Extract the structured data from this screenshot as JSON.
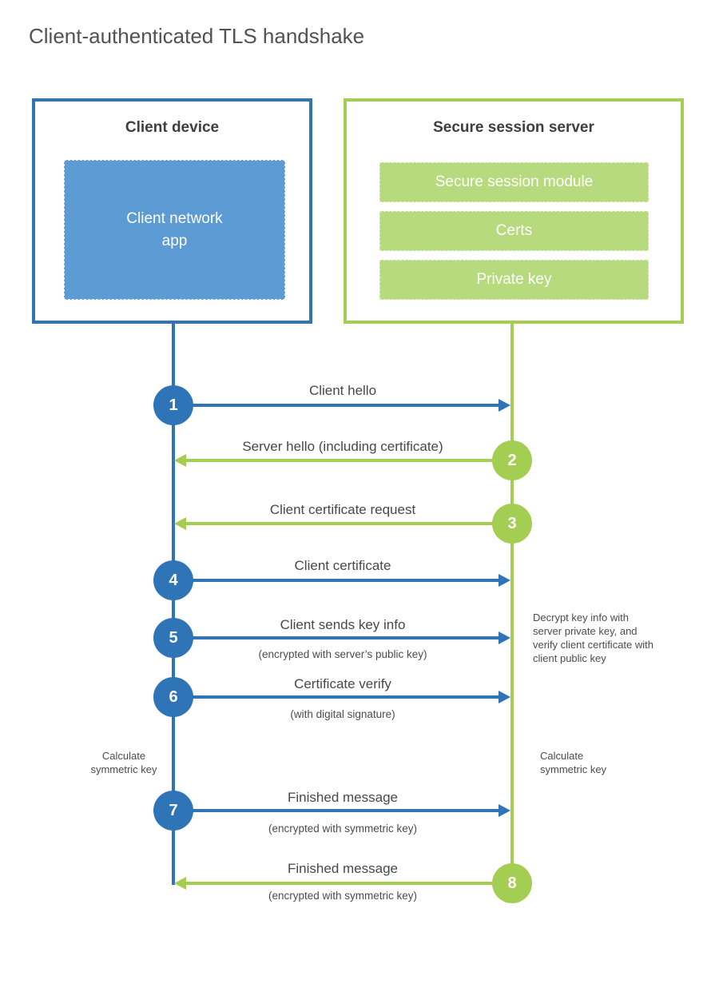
{
  "title": "Client-authenticated TLS handshake",
  "client_box": {
    "title": "Client device",
    "app_label": "Client network\napp"
  },
  "server_box": {
    "title": "Secure session server",
    "modules": [
      "Secure session module",
      "Certs",
      "Private key"
    ]
  },
  "steps": [
    {
      "num": "1",
      "label": "Client hello",
      "direction": "client-to-server"
    },
    {
      "num": "2",
      "label": "Server hello (including certificate)",
      "direction": "server-to-client"
    },
    {
      "num": "3",
      "label": "Client certificate request",
      "direction": "server-to-client"
    },
    {
      "num": "4",
      "label": "Client certificate",
      "direction": "client-to-server"
    },
    {
      "num": "5",
      "label": "Client sends key info",
      "sub": "(encrypted with server’s public key)",
      "direction": "client-to-server"
    },
    {
      "num": "6",
      "label": "Certificate verify",
      "sub": "(with digital signature)",
      "direction": "client-to-server"
    },
    {
      "num": "7",
      "label": "Finished message",
      "sub": "(encrypted with symmetric key)",
      "direction": "client-to-server"
    },
    {
      "num": "8",
      "label": "Finished message",
      "sub": "(encrypted with symmetric key)",
      "direction": "server-to-client"
    }
  ],
  "annotations": {
    "decrypt_note": "Decrypt key info with server private key, and verify client certificate with client public key",
    "calc_symmetric_left": "Calculate\nsymmetric key",
    "calc_symmetric_right": "Calculate\nsymmetric key"
  },
  "colors": {
    "client_accent": "#2e74b7",
    "client_fill": "#5c9bd3",
    "server_accent": "#a4ce52",
    "server_fill": "#b8da7e",
    "text": "#47484a",
    "title_text": "#515254"
  }
}
